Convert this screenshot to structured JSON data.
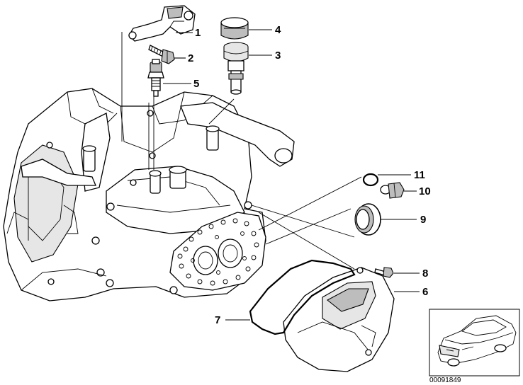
{
  "callouts": [
    {
      "id": "1",
      "label": "1"
    },
    {
      "id": "2",
      "label": "2"
    },
    {
      "id": "3",
      "label": "3"
    },
    {
      "id": "4",
      "label": "4"
    },
    {
      "id": "5",
      "label": "5"
    },
    {
      "id": "6",
      "label": "6"
    },
    {
      "id": "7",
      "label": "7"
    },
    {
      "id": "8",
      "label": "8"
    },
    {
      "id": "9",
      "label": "9"
    },
    {
      "id": "10",
      "label": "10"
    },
    {
      "id": "11",
      "label": "11"
    }
  ],
  "reference_number": "00091849",
  "icons": {
    "car_thumbnail": "car-outline-icon"
  }
}
